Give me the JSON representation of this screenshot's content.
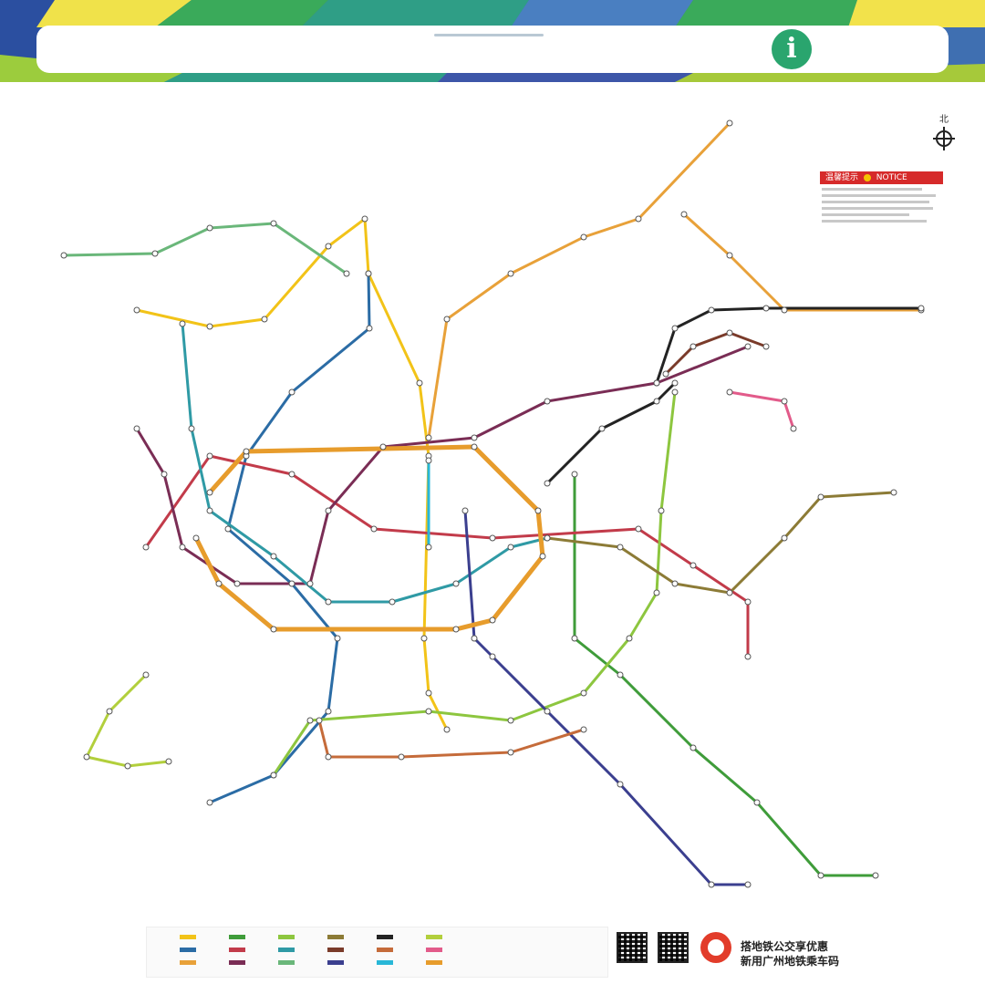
{
  "banner": {
    "info_icon": "info-icon",
    "info_glyph": "i",
    "colors": {
      "info": "#2aa56e"
    }
  },
  "compass": {
    "label": "北",
    "icon": "compass-icon"
  },
  "notice": {
    "title": "温馨提示",
    "title_en": "NOTICE"
  },
  "promo": {
    "line1": "搭地铁公交享优惠",
    "line2": "新用广州地铁乘车码"
  },
  "lines": [
    {
      "id": "L1",
      "color": "#f2c318"
    },
    {
      "id": "L2",
      "color": "#2b6ca5"
    },
    {
      "id": "L3",
      "color": "#e8a139"
    },
    {
      "id": "L4",
      "color": "#3f9c3a"
    },
    {
      "id": "L5",
      "color": "#c23b4a"
    },
    {
      "id": "L6",
      "color": "#7a2d55"
    },
    {
      "id": "L7",
      "color": "#8dc63f"
    },
    {
      "id": "L8",
      "color": "#2f9aa5"
    },
    {
      "id": "L9",
      "color": "#6ab77a"
    },
    {
      "id": "L13",
      "color": "#8c7b36"
    },
    {
      "id": "L14",
      "color": "#7a3b2a"
    },
    {
      "id": "L18",
      "color": "#3b3f8f"
    },
    {
      "id": "L21",
      "color": "#232323"
    },
    {
      "id": "L22",
      "color": "#c56b3a"
    },
    {
      "id": "APM",
      "color": "#28b7d7"
    },
    {
      "id": "GF",
      "color": "#b2cf3c"
    },
    {
      "id": "Pearl",
      "color": "#e25b8a"
    },
    {
      "id": "Ring",
      "color": "#e79c2c"
    }
  ]
}
